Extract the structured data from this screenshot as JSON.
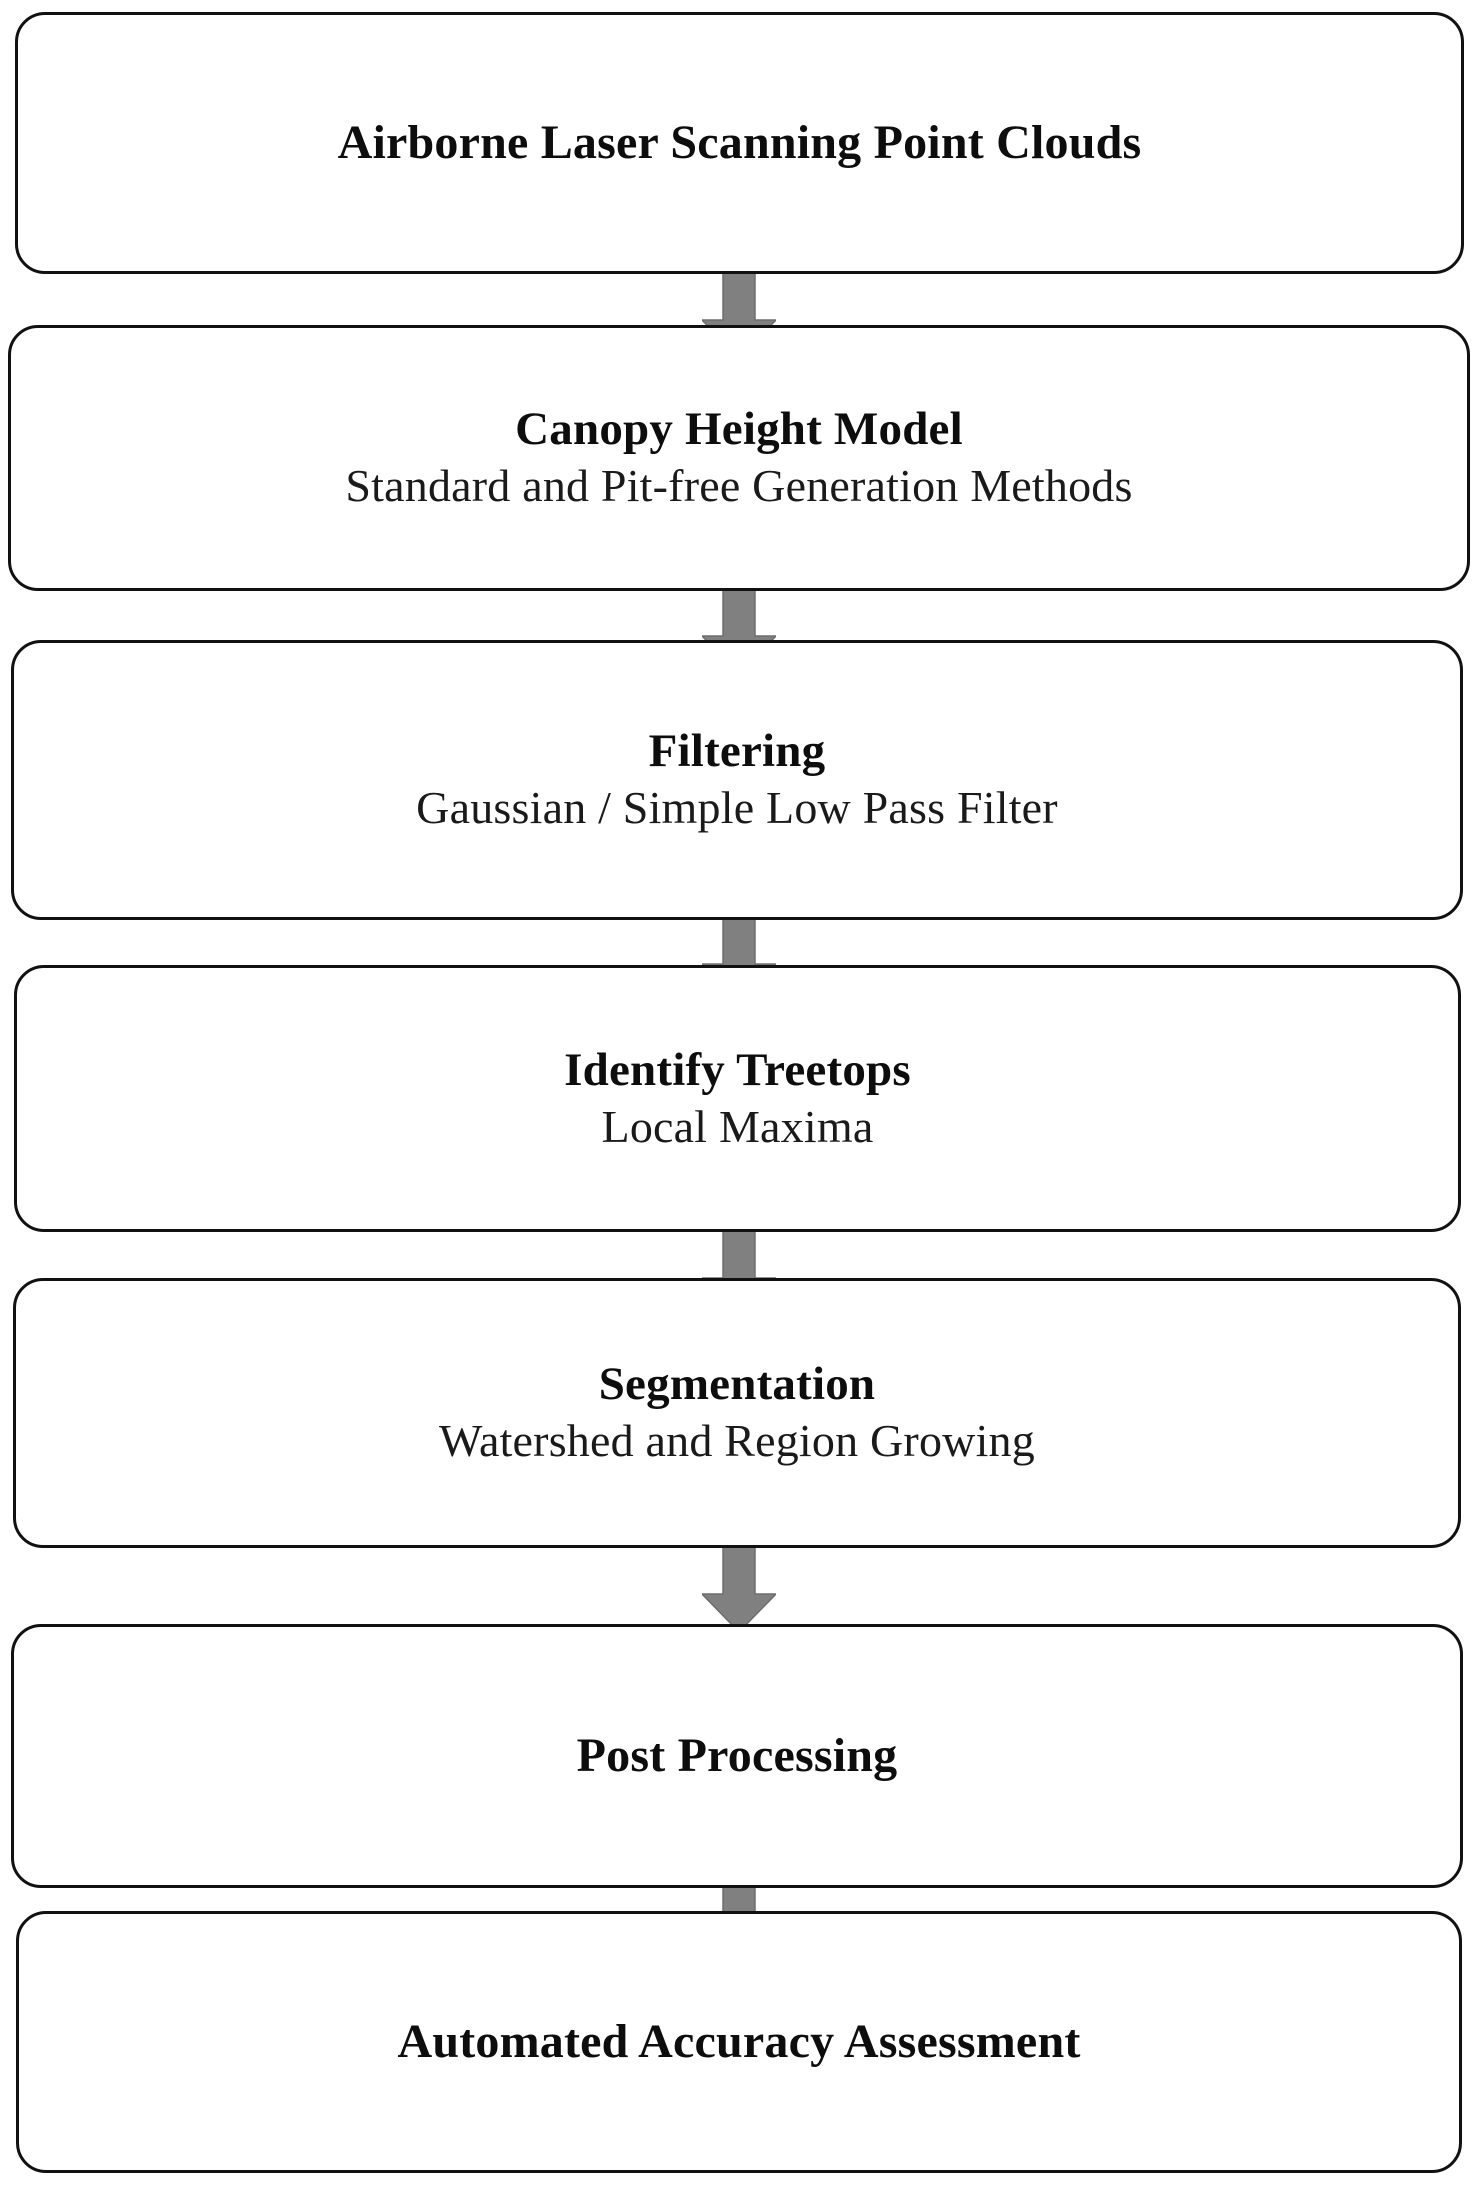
{
  "diagram": {
    "type": "flowchart",
    "orientation": "vertical",
    "colors": {
      "box_border": "#111111",
      "box_fill": "#ffffff",
      "arrow_fill": "#808080",
      "text": "#0d0d0d"
    },
    "nodes": [
      {
        "id": "airborne-laser-scanning-point-clouds",
        "title": "Airborne Laser Scanning Point Clouds",
        "subtitle": ""
      },
      {
        "id": "canopy-height-model",
        "title": "Canopy Height Model",
        "subtitle": "Standard and Pit-free Generation Methods"
      },
      {
        "id": "filtering",
        "title": "Filtering",
        "subtitle": "Gaussian / Simple Low Pass Filter"
      },
      {
        "id": "identify-treetops",
        "title": "Identify Treetops",
        "subtitle": "Local Maxima"
      },
      {
        "id": "segmentation",
        "title": "Segmentation",
        "subtitle": "Watershed and Region Growing"
      },
      {
        "id": "post-processing",
        "title": "Post Processing",
        "subtitle": ""
      },
      {
        "id": "automated-accuracy-assessment",
        "title": "Automated Accuracy Assessment",
        "subtitle": ""
      }
    ],
    "connectors": [
      {
        "id": "connector-1",
        "from": "airborne-laser-scanning-point-clouds",
        "to": "canopy-height-model",
        "glyph": "down-arrow"
      },
      {
        "id": "connector-2",
        "from": "canopy-height-model",
        "to": "filtering",
        "glyph": "down-arrow"
      },
      {
        "id": "connector-3",
        "from": "filtering",
        "to": "identify-treetops",
        "glyph": "down-arrow"
      },
      {
        "id": "connector-4",
        "from": "identify-treetops",
        "to": "segmentation",
        "glyph": "down-arrow"
      },
      {
        "id": "connector-5",
        "from": "segmentation",
        "to": "post-processing",
        "glyph": "down-arrow"
      },
      {
        "id": "connector-6",
        "from": "post-processing",
        "to": "automated-accuracy-assessment",
        "glyph": "down-arrow"
      }
    ]
  }
}
